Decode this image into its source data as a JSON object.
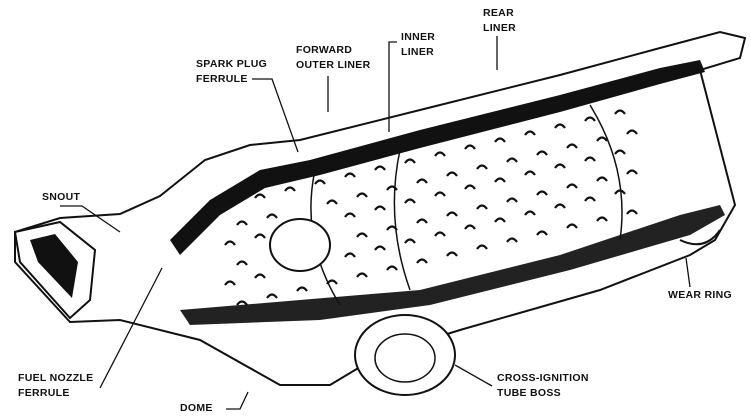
{
  "title": "Combustion chamber liner cutaway",
  "labels": {
    "snout": "SNOUT",
    "spark_plug_ferrule": [
      "SPARK PLUG",
      "FERRULE"
    ],
    "forward_outer_liner": [
      "FORWARD",
      "OUTER LINER"
    ],
    "inner_liner": [
      "INNER",
      "LINER"
    ],
    "rear_liner": [
      "REAR",
      "LINER"
    ],
    "wear_ring": "WEAR RING",
    "fuel_nozzle_ferrule": [
      "FUEL NOZZLE",
      "FERRULE"
    ],
    "dome": "DOME",
    "cross_ignition_tube_boss": [
      "CROSS-IGNITION",
      "TUBE BOSS"
    ]
  }
}
